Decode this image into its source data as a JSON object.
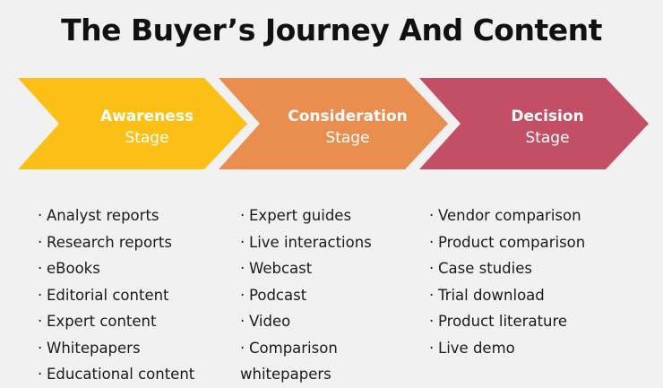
{
  "title": "The Buyer’s Journey And Content",
  "bullet": "·",
  "stages": [
    {
      "name": "Awareness",
      "sub": "Stage",
      "color": "#fcbf15",
      "items": [
        "Analyst reports",
        "Research reports",
        "eBooks",
        "Editorial content",
        "Expert content",
        "Whitepapers",
        "Educational content"
      ]
    },
    {
      "name": "Consideration",
      "sub": "Stage",
      "color": "#ea8e4f",
      "items": [
        "Expert guides",
        "Live interactions",
        "Webcast",
        "Podcast",
        "Video",
        "Comparison",
        "whitepapers"
      ]
    },
    {
      "name": "Decision",
      "sub": "Stage",
      "color": "#c24f66",
      "items": [
        "Vendor comparison",
        "Product comparison",
        "Case studies",
        "Trial download",
        "Product literature",
        "Live demo"
      ]
    }
  ]
}
